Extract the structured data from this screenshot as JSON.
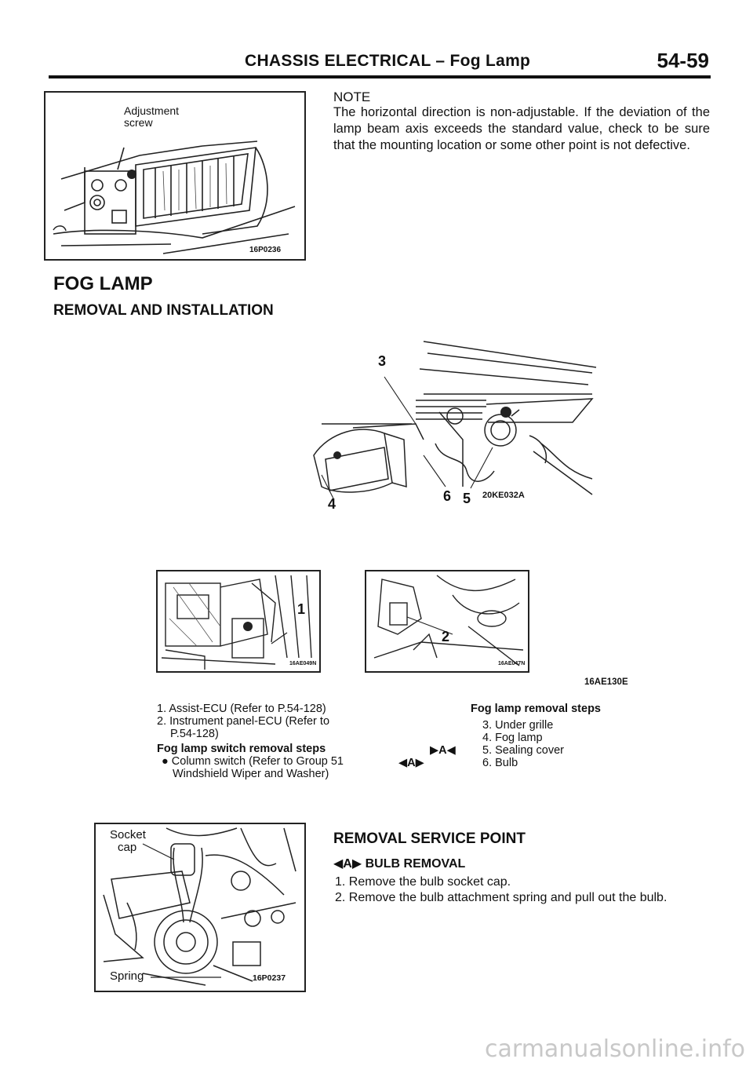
{
  "header": {
    "title": "CHASSIS ELECTRICAL – Fog Lamp",
    "page": "54-59"
  },
  "figure1": {
    "label_line1": "Adjustment",
    "label_line2": "screw",
    "code": "16P0236"
  },
  "note": {
    "title": "NOTE",
    "body": "The horizontal direction is non-adjustable. If the deviation of the lamp beam axis exceeds the standard value, check to be sure that the mounting location or some other point is not defective."
  },
  "section": {
    "title": "FOG LAMP",
    "subtitle": "REMOVAL AND INSTALLATION"
  },
  "figure2": {
    "callouts": [
      "3",
      "4",
      "6",
      "5"
    ],
    "code": "20KE032A"
  },
  "figure3": {
    "callout": "1",
    "code": "16AE049N"
  },
  "figure4": {
    "callout": "2",
    "code": "16AE047N"
  },
  "group_code": "16AE130E",
  "left_list": {
    "item1": "1. Assist-ECU (Refer to P.54-128)",
    "item2a": "2. Instrument panel-ECU (Refer to",
    "item2b": "P.54-128)",
    "switch_title": "Fog lamp switch removal steps",
    "bullet_a": "● Column switch (Refer to Group 51",
    "bullet_b": "Windshield Wiper and Washer)"
  },
  "right_list": {
    "title": "Fog lamp removal steps",
    "item3": "3. Under grille",
    "item4": "4. Fog lamp",
    "item5": "5. Sealing cover",
    "item6": "6. Bulb",
    "mark5": "▶A◀",
    "mark6": "◀A▶"
  },
  "figure5": {
    "label_socket1": "Socket",
    "label_socket2": "cap",
    "label_spring": "Spring",
    "code": "16P0237"
  },
  "service": {
    "title": "REMOVAL SERVICE POINT",
    "sub_mark": "◀A▶",
    "sub_text": "BULB REMOVAL",
    "step1": "1.  Remove the bulb socket cap.",
    "step2": "2.  Remove the bulb attachment spring and pull out the bulb."
  },
  "watermark": "carmanualsonline.info"
}
